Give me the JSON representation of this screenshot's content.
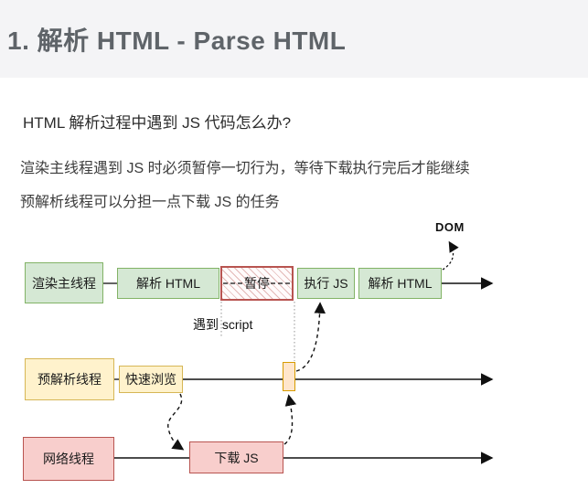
{
  "header": {
    "title": "1. 解析 HTML - Parse HTML",
    "bg": "#f4f4f6",
    "title_color": "#5f6469"
  },
  "content": {
    "question": "HTML 解析过程中遇到 JS 代码怎么办?",
    "desc1": "渲染主线程遇到 JS 时必须暂停一切行为，等待下载执行完后才能继续",
    "desc2": "预解析线程可以分担一点下载 JS 的任务"
  },
  "diagram": {
    "dom_label": "DOM",
    "script_label": "遇到 script",
    "row1": {
      "lane": "渲染主线程",
      "boxes": [
        "解析 HTML",
        "暂停",
        "执行 JS",
        "解析 HTML"
      ]
    },
    "row2": {
      "lane": "预解析线程",
      "boxes": [
        "快速浏览"
      ]
    },
    "row3": {
      "lane": "网络线程",
      "boxes": [
        "下载 JS"
      ]
    },
    "colors": {
      "green_fill": "#d5e8d4",
      "green_border": "#82b366",
      "yellow_fill": "#fff2cc",
      "yellow_border": "#d6b656",
      "orange_fill": "#ffe6cc",
      "orange_border": "#d79b00",
      "red_fill": "#f8cecc",
      "red_border": "#b85450",
      "header_bg": "#f4f4f6",
      "title_color": "#5f6469"
    }
  }
}
